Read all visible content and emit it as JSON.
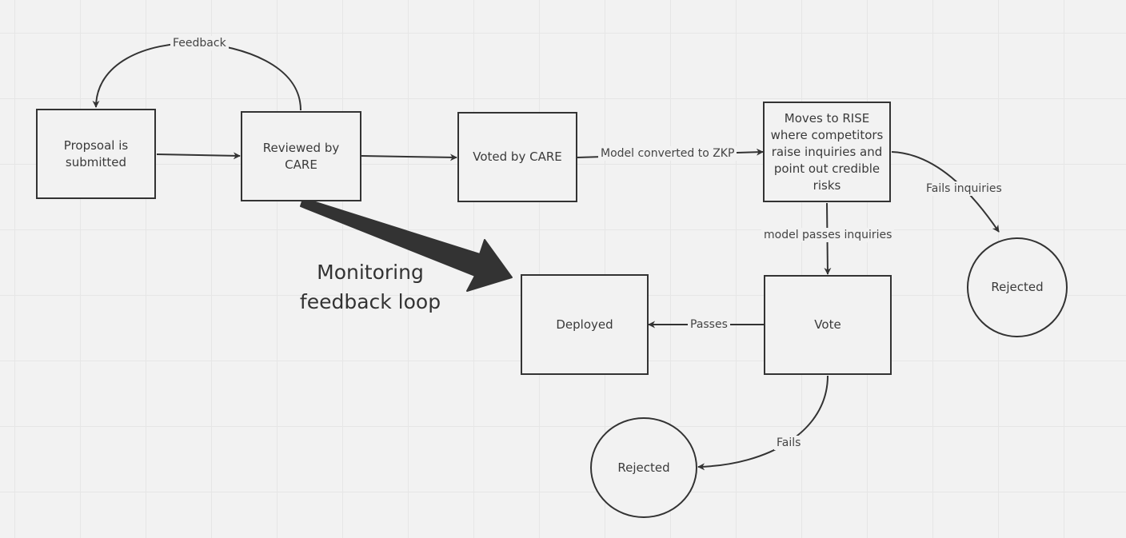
{
  "diagram": {
    "nodes": {
      "proposal": "Propsoal is submitted",
      "reviewed": "Reviewed by CARE",
      "voted": "Voted by CARE",
      "rise": "Moves to RISE where competitors raise inquiries and point out credible risks",
      "rejected_top": "Rejected",
      "vote": "Vote",
      "deployed": "Deployed",
      "rejected_bottom": "Rejected"
    },
    "edges": {
      "feedback": "Feedback",
      "zkp": "Model converted to ZKP",
      "fails_inquiries": "Fails inquiries",
      "passes_inquiries": "model passes inquiries",
      "passes": "Passes",
      "fails": "Fails"
    },
    "annotation": "Monitoring feedback loop",
    "colors": {
      "stroke": "#333333",
      "background": "#f2f2f2",
      "grid": "#e6e6e6"
    }
  }
}
